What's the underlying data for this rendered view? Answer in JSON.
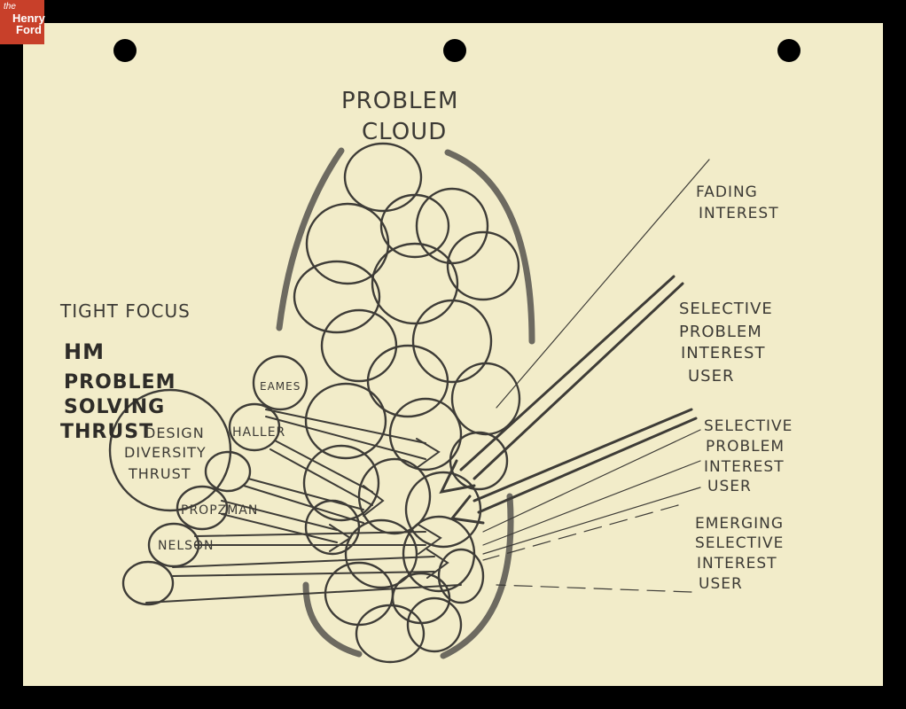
{
  "logo": {
    "the": "the",
    "line1": "Henry",
    "line2": "Ford"
  },
  "title": {
    "line1": "PROBLEM",
    "line2": "CLOUD"
  },
  "left": {
    "tight_focus": "TIGHT FOCUS",
    "hm_lines": [
      "HM",
      "PROBLEM",
      "SOLVING",
      "THRUST"
    ]
  },
  "designers": {
    "eames": "EAMES",
    "haller": "HALLER",
    "design_diversity": [
      "DESIGN",
      "DIVERSITY",
      "THRUST"
    ],
    "propst": "PROPZMAN",
    "nelson": "NELSON"
  },
  "right": {
    "fading": [
      "FADING",
      "INTEREST"
    ],
    "selective1": [
      "SELECTIVE",
      "PROBLEM",
      "INTEREST",
      "USER"
    ],
    "selective2": [
      "SELECTIVE",
      "PROBLEM",
      "INTEREST",
      "USER"
    ],
    "emerging": [
      "EMERGING",
      "SELECTIVE",
      "INTEREST",
      "USER"
    ]
  },
  "colors": {
    "paper": "#f2ecc9",
    "ink": "#3c3a35",
    "logo": "#c8402a"
  }
}
